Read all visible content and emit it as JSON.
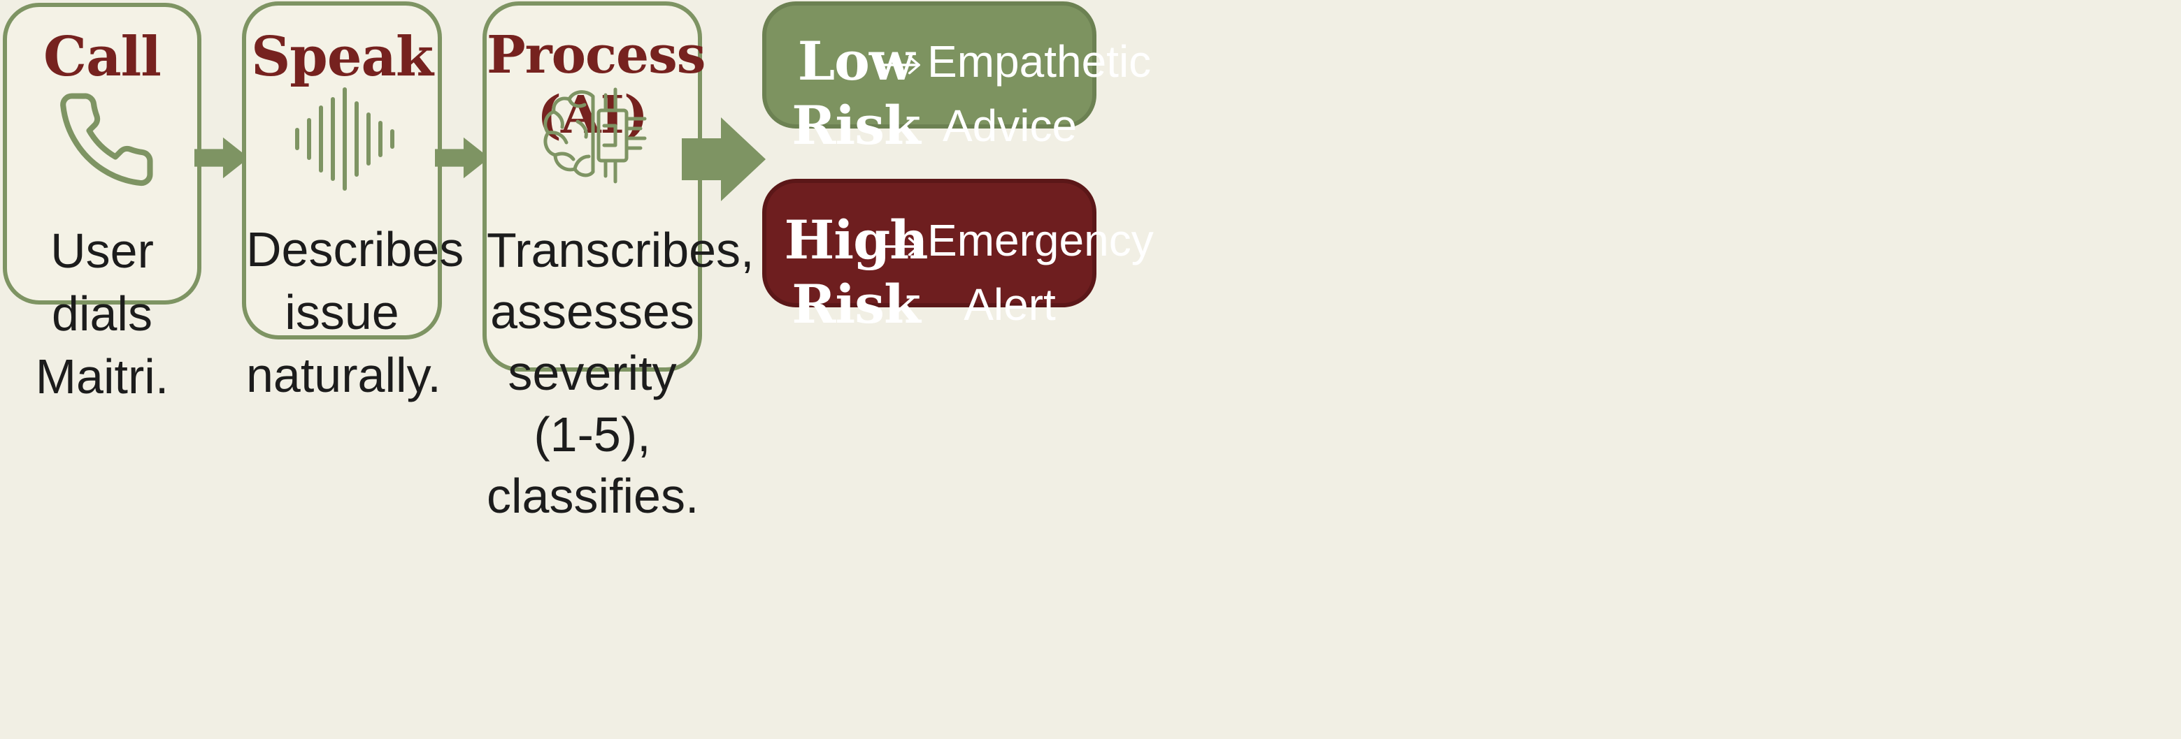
{
  "steps": [
    {
      "title": "Call",
      "icon": "phone-icon",
      "desc_lines": [
        "User dials",
        "Maitri."
      ]
    },
    {
      "title": "Speak",
      "icon": "sound-wave-icon",
      "desc_lines": [
        "Describes",
        "issue",
        "naturally."
      ]
    },
    {
      "title": "Process (AI)",
      "icon": "brain-chip-icon",
      "desc_lines": [
        "Transcribes,",
        "assesses",
        "severity (1-5),",
        "classifies."
      ]
    }
  ],
  "outcomes": [
    {
      "risk_lines": [
        "Low",
        "Risk"
      ],
      "result_lines": [
        "Empathetic",
        "Advice"
      ],
      "color": "#7d9360"
    },
    {
      "risk_lines": [
        "High",
        "Risk"
      ],
      "result_lines": [
        "Emergency",
        "Alert"
      ],
      "color": "#6e1e1f"
    }
  ],
  "colors": {
    "accent_green": "#7e9463",
    "title_red": "#76221f",
    "background": "#f1efe4"
  }
}
